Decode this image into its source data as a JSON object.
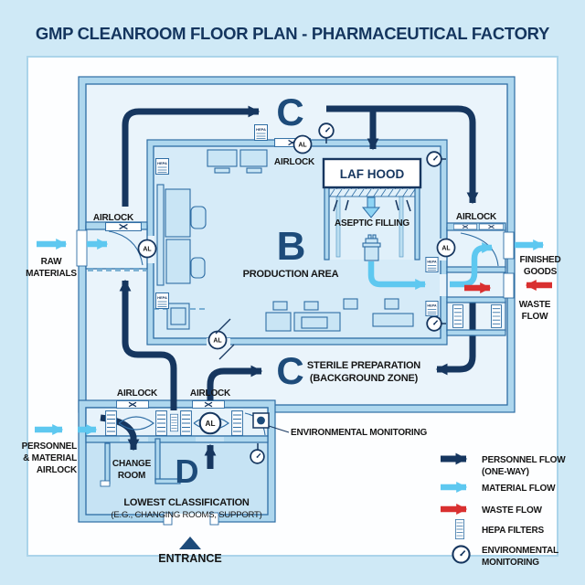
{
  "title": "GMP CLEANROOM FLOOR PLAN - PHARMACEUTICAL FACTORY",
  "zones": {
    "c_top": "C",
    "b": {
      "letter": "B",
      "name": "PRODUCTION AREA"
    },
    "c_bottom": {
      "letter": "C",
      "name_line1": "STERILE PREPARATION",
      "name_line2": "(BACKGROUND ZONE)"
    },
    "d": {
      "letter": "D",
      "name_line1": "LOWEST CLASSIFICATION",
      "name_line2": "(E.G., CHANGING ROOMS, SUPPORT)"
    }
  },
  "rooms": {
    "laf_hood": "LAF HOOD",
    "aseptic_filling": "ASEPTIC FILLING",
    "change_room_line1": "CHANGE",
    "change_room_line2": "ROOM"
  },
  "labels": {
    "airlock": "AIRLOCK",
    "al": "AL",
    "hepa": "HEPA",
    "entrance": "ENTRANCE",
    "environmental_monitoring": "ENVIRONMENTAL MONITORING"
  },
  "flows": {
    "raw_materials_line1": "RAW",
    "raw_materials_line2": "MATERIALS",
    "finished_goods_line1": "FINISHED",
    "finished_goods_line2": "GOODS",
    "waste_flow_line1": "WASTE",
    "waste_flow_line2": "FLOW",
    "personnel_airlock_line1": "PERSONNEL",
    "personnel_airlock_line2": "& MATERIAL",
    "personnel_airlock_line3": "AIRLOCK"
  },
  "legend": {
    "items": [
      {
        "type": "personnel-arrow",
        "line1": "PERSONNEL FLOW",
        "line2": "(ONE-WAY)"
      },
      {
        "type": "material-arrow",
        "line1": "MATERIAL FLOW",
        "line2": ""
      },
      {
        "type": "waste-arrow",
        "line1": "WASTE FLOW",
        "line2": ""
      },
      {
        "type": "hepa-filter",
        "line1": "HEPA FILTERS",
        "line2": ""
      },
      {
        "type": "gauge",
        "line1": "ENVIRONMENTAL",
        "line2": "MONITORING"
      }
    ]
  },
  "colors": {
    "personnel_flow": "#16365f",
    "material_flow": "#5ec8f0",
    "waste_flow": "#d93030",
    "zone_letter": "#1d4b7a",
    "background": "#cfe9f6"
  }
}
